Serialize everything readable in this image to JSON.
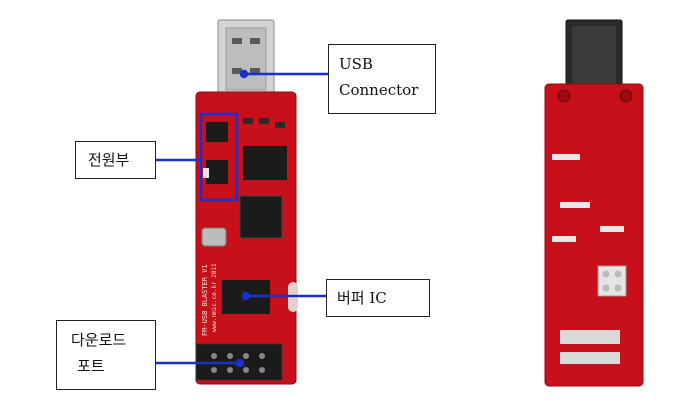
{
  "colors": {
    "pcb_red": "#c8101a",
    "pcb_dark_red": "#9a0c12",
    "usb_metal": "#cfcfcf",
    "highlight_blue": "#1a2fd0",
    "leader_line": "#1a2fd0",
    "chip_black": "#1b1b1b"
  },
  "callouts": {
    "usb_connector": {
      "line1": "USB",
      "line2": "Connector"
    },
    "power_section": {
      "text": "전원부"
    },
    "buffer_ic": {
      "text": "버퍼 IC"
    },
    "download_port": {
      "line1": "다운로드",
      "line2": "포트"
    }
  },
  "board_silkscreen": {
    "vertical_text": "FM-USB BLASTER V1",
    "vertical_url": "www.nmic.co.kr 2011"
  },
  "views": [
    "front",
    "back"
  ]
}
